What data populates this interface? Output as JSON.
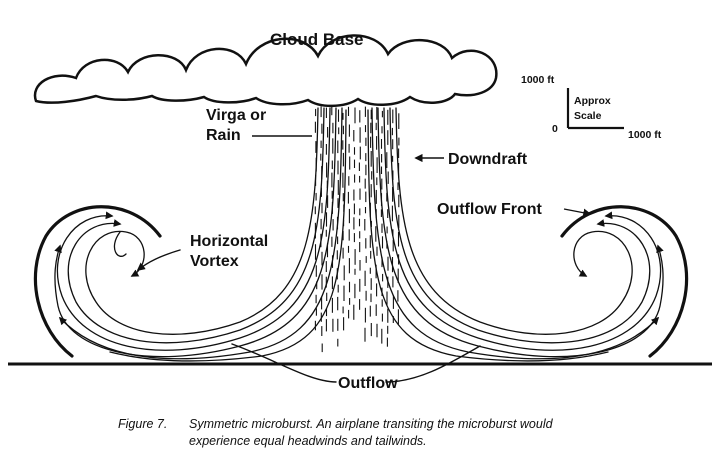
{
  "labels": {
    "cloud_base": "Cloud Base",
    "virga_line1": "Virga or",
    "virga_line2": "Rain",
    "downdraft": "Downdraft",
    "outflow_front": "Outflow Front",
    "horizontal_line1": "Horizontal",
    "horizontal_line2": "Vortex",
    "outflow": "Outflow"
  },
  "scale": {
    "vertical_label": "1000 ft",
    "zero_label": "0",
    "approx_line1": "Approx",
    "approx_line2": "Scale",
    "horizontal_label": "1000 ft"
  },
  "caption": {
    "figure_label": "Figure 7.",
    "line1": "Symmetric microburst. An airplane transiting the microburst would",
    "line2": "experience equal headwinds and tailwinds."
  },
  "colors": {
    "ink": "#111111",
    "background": "#ffffff"
  }
}
